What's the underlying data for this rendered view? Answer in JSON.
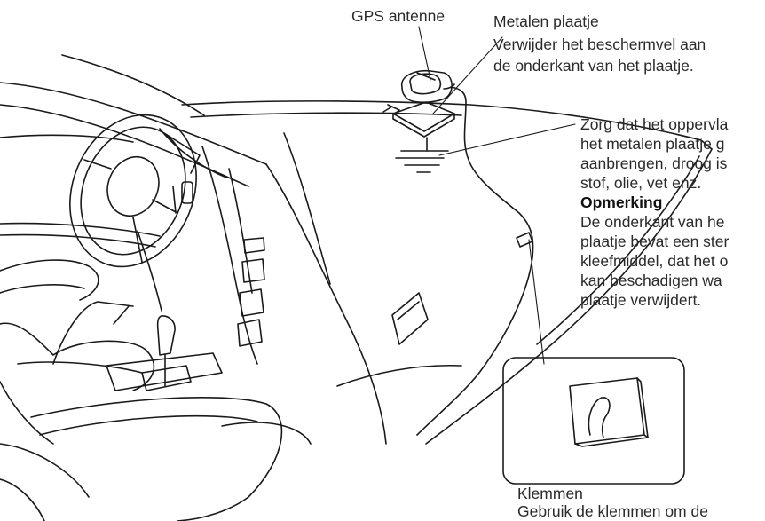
{
  "labels": {
    "gps_antenna": "GPS antenne",
    "metal_plate_title": "Metalen plaatje",
    "metal_plate_line1": "Verwijder het beschermvel aan",
    "metal_plate_line2": "de onderkant van het plaatje.",
    "surface_line1": "Zorg dat het oppervla",
    "surface_line2": "het metalen plaatje g",
    "surface_line3": "aanbrengen, droog is",
    "surface_line4": "stof, olie, vet enz.",
    "note_heading": "Opmerking",
    "note_line1": "De onderkant van he",
    "note_line2": "plaatje bevat een ster",
    "note_line3": "kleefmiddel, dat het o",
    "note_line4": "kan beschadigen wa",
    "note_line5": "plaatje verwijdert.",
    "clamps_title": "Klemmen",
    "clamps_line1": "Gebruik de klemmen om de"
  },
  "colors": {
    "line": "#1a1a1a",
    "text": "#2a2a2a",
    "background": "#ffffff"
  }
}
